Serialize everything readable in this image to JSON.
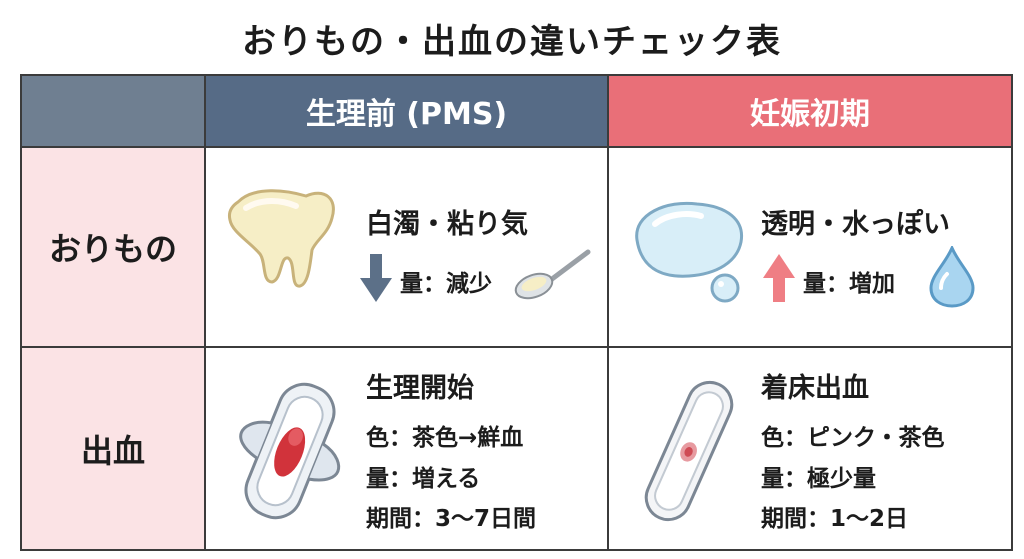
{
  "title": "おりもの・出血の違いチェック表",
  "columns": [
    "生理前 (PMS)",
    "妊娠初期"
  ],
  "rows": [
    "おりもの",
    "出血"
  ],
  "discharge": {
    "pms": {
      "title": "白濁・粘り気",
      "amount": "量：減少"
    },
    "preg": {
      "title": "透明・水っぽい",
      "amount": "量：増加"
    }
  },
  "bleeding": {
    "pms": {
      "title": "生理開始",
      "lines": [
        "色：茶色→鮮血",
        "量：増える",
        "期間：3〜7日間"
      ]
    },
    "preg": {
      "title": "着床出血",
      "lines": [
        "色：ピンク・茶色",
        "量：極少量",
        "期間：1〜2日"
      ]
    }
  },
  "colors": {
    "pms_header": "#566b86",
    "preg_header": "#e96f78",
    "row_header": "#fbe3e5",
    "arrow_down": "#5c7088",
    "arrow_up": "#ef7e84"
  },
  "icons": [
    "white-discharge-icon",
    "arrow-down-icon",
    "spoon-icon",
    "clear-discharge-icon",
    "arrow-up-icon",
    "water-drop-icon",
    "menstrual-pad-icon",
    "panty-liner-icon"
  ]
}
